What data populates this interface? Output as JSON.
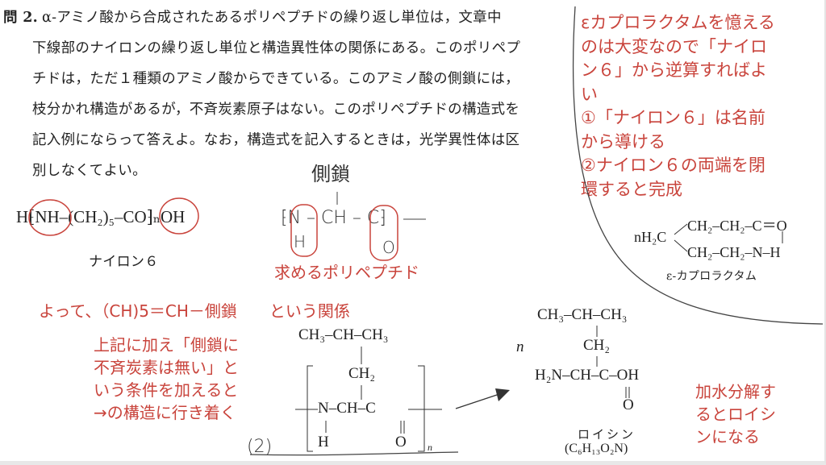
{
  "question": {
    "number": "問 2.",
    "lines": [
      "α-アミノ酸から合成されたあるポリペプチドの繰り返し単位は，文章中",
      "下線部のナイロンの繰り返し単位と構造異性体の関係にある。このポリペプ",
      "チドは，ただ１種類のアミノ酸からできている。このアミノ酸の側鎖には，",
      "枝分かれ構造があるが，不斉炭素原子はない。このポリペプチドの構造式を",
      "記入例にならって答えよ。なお，構造式を記入するときは，光学異性体は区",
      "別しなくてよい。"
    ]
  },
  "nylon": {
    "formula": "H⁅NH–(CH₂)₅–CO⁆ₙOH",
    "label": "ナイロン６"
  },
  "handwritten": {
    "side_chain": "側鎖",
    "polypeptide_top": "⁅N – CH – C⁆",
    "polypeptide_n_h": "H",
    "polypeptide_c_o": "O",
    "answer_number": "(2)"
  },
  "annotations": {
    "target_polypeptide": "求めるポリペプチド",
    "relation": "よって、（CH)5＝CH－側鎖　　という関係",
    "condition_lines": [
      "上記に加え「側鎖に",
      "不斉炭素は無い」と",
      "いう条件を加えると",
      "→の構造に行き着く"
    ],
    "caprolactam_note_lines": [
      "εカプロラクタムを憶える",
      "のは大変なので「ナイロ",
      "ン６」から逆算すればよ",
      "い",
      "①「ナイロン６」は名前",
      "から導ける",
      "②ナイロン６の両端を閉",
      "環すると完成"
    ],
    "hydrolysis_lines": [
      "加水分解す",
      "るとロイシ",
      "ンになる"
    ]
  },
  "caprolactam": {
    "prefix": "nH₂C",
    "top": "CH₂–CH₂–C＝O",
    "bottom": "CH₂–CH₂–N–H",
    "label": "ε-カプロラクタム"
  },
  "answer_structure": {
    "top": "CH₃–CH–CH₃",
    "ch2": "CH₂",
    "main": "N–CH–C",
    "h": "H",
    "o": "O",
    "n": "n"
  },
  "leucine": {
    "n": "n",
    "top": "CH₃–CH–CH₃",
    "ch2": "CH₂",
    "main": "H₂N–CH–C–OH",
    "o": "O",
    "name": "ロイシン",
    "formula": "(C₆H₁₃O₂N)"
  },
  "colors": {
    "annotation": "#c9443c",
    "text": "#222222"
  }
}
